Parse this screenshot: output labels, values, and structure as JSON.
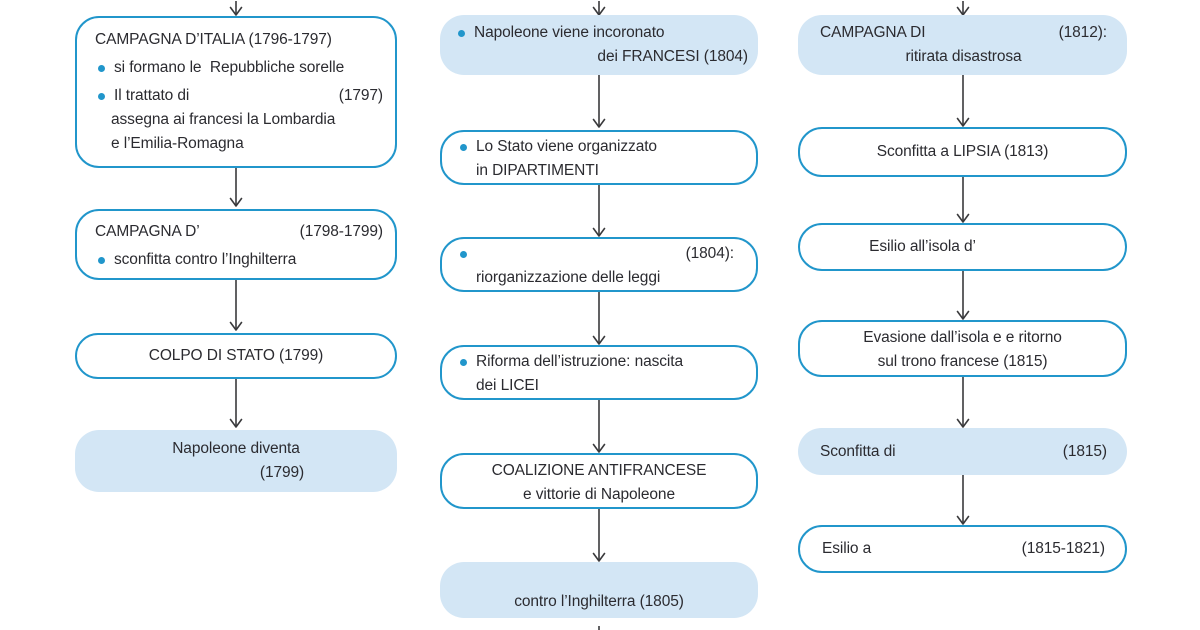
{
  "colors": {
    "accent": "#2196cb",
    "box_fill": "#d3e6f5",
    "text": "#2b2b30",
    "arrow": "#3a3a3c",
    "background": "#ffffff"
  },
  "flowchart": {
    "left": {
      "campagna_italia": {
        "title": "CAMPAGNA D’ITALIA (1796-1797)",
        "bullet_1": "si formano le  Repubbliche sorelle",
        "bullet_2": "Il trattato di",
        "bullet_2_year": "(1797)",
        "bullet_2_cont_1": "assegna ai francesi la Lombardia",
        "bullet_2_cont_2": "e l’Emilia-Romagna"
      },
      "campagna_blank": {
        "title": "CAMPAGNA D’",
        "year": "(1798-1799)",
        "bullet_1": "sconfitta contro l’Inghilterra"
      },
      "colpo_di_stato": {
        "text": "COLPO DI STATO (1799)"
      },
      "napoleone_diventa": {
        "line_1": "Napoleone diventa",
        "line_2": "(1799)"
      }
    },
    "center": {
      "incoronazione": {
        "bullet_1": "Napoleone viene incoronato",
        "line_2": "dei FRANCESI (1804)"
      },
      "dipartimenti": {
        "bullet_1": "Lo Stato viene organizzato",
        "cont": "in DIPARTIMENTI"
      },
      "codice": {
        "year": "(1804):",
        "cont": "riorganizzazione delle leggi"
      },
      "riforma": {
        "bullet_1": "Riforma dell’istruzione: nascita",
        "cont": "dei LICEI"
      },
      "coalizione": {
        "line_1": "COALIZIONE ANTIFRANCESE",
        "line_2": "e vittorie di Napoleone"
      },
      "blocco": {
        "line_1": "",
        "line_2": "contro l’Inghilterra (1805)"
      }
    },
    "right": {
      "campagna_di": {
        "title": "CAMPAGNA DI",
        "year": "(1812):",
        "line_2": "ritirata disastrosa"
      },
      "lipsia": {
        "text": "Sconfitta a LIPSIA (1813)"
      },
      "esilio_isola": {
        "text": "Esilio all’isola d’"
      },
      "evasione": {
        "line_1": "Evasione dall’isola e e ritorno",
        "line_2": "sul trono francese (1815)"
      },
      "sconfitta_di": {
        "text": "Sconfitta di",
        "year": "(1815)"
      },
      "esilio_finale": {
        "text": "Esilio a",
        "year": "(1815-1821)"
      }
    }
  }
}
